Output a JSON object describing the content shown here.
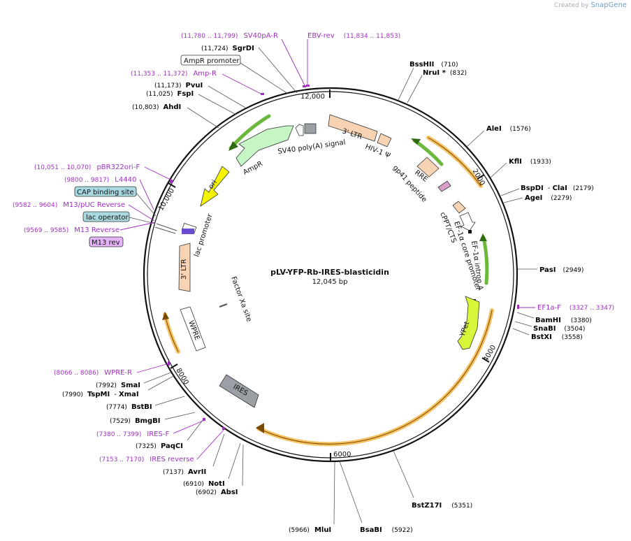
{
  "credit": {
    "prefix": "Created by",
    "brand": "SnapGene"
  },
  "plasmid": {
    "name": "pLV-YFP-Rb-IRES-blasticidin",
    "size": "12,045 bp"
  },
  "ring_ticks": [
    "2000",
    "4000",
    "6000",
    "8000",
    "10,000",
    "12,000"
  ],
  "sites": [
    {
      "id": "bsshii",
      "name": "BssHII",
      "pos": "(710)"
    },
    {
      "id": "nrui",
      "name": "NruI *",
      "pos": "(832)"
    },
    {
      "id": "alei",
      "name": "AleI",
      "pos": "(1576)"
    },
    {
      "id": "kfli",
      "name": "KflI",
      "pos": "(1933)"
    },
    {
      "id": "bspdi",
      "name": "BspDI",
      "name2": "ClaI",
      "pos": "(2179)"
    },
    {
      "id": "agei",
      "name": "AgeI",
      "pos": "(2279)"
    },
    {
      "id": "pasi",
      "name": "PasI",
      "pos": "(2949)"
    },
    {
      "id": "bamhi",
      "name": "BamHI",
      "pos": "(3380)"
    },
    {
      "id": "snabi",
      "name": "SnaBI",
      "pos": "(3504)"
    },
    {
      "id": "bstxi",
      "name": "BstXI",
      "pos": "(3558)"
    },
    {
      "id": "bstz17i",
      "name": "BstZ17I",
      "pos": "(5351)"
    },
    {
      "id": "bsabi",
      "name": "BsaBI",
      "pos": "(5922)"
    },
    {
      "id": "mlui",
      "name": "MluI",
      "pos": "(5966)"
    },
    {
      "id": "absi",
      "name": "AbsI",
      "pos": "(6902)"
    },
    {
      "id": "noti",
      "name": "NotI",
      "pos": "(6910)"
    },
    {
      "id": "avrii",
      "name": "AvrII",
      "pos": "(7137)"
    },
    {
      "id": "paqci",
      "name": "PaqCI",
      "pos": "(7325)"
    },
    {
      "id": "bmgbi",
      "name": "BmgBI",
      "pos": "(7529)"
    },
    {
      "id": "bstbi",
      "name": "BstBI",
      "pos": "(7774)"
    },
    {
      "id": "tspmi",
      "name": "TspMI",
      "name2": "XmaI",
      "pos": "(7990)"
    },
    {
      "id": "smai",
      "name": "SmaI",
      "pos": "(7992)"
    },
    {
      "id": "ahdi",
      "name": "AhdI",
      "pos": "(10,803)"
    },
    {
      "id": "fspi",
      "name": "FspI",
      "pos": "(11,025)"
    },
    {
      "id": "pvui",
      "name": "PvuI",
      "pos": "(11,173)"
    },
    {
      "id": "sgrdi",
      "name": "SgrDI",
      "pos": "(11,724)"
    }
  ],
  "primers": [
    {
      "id": "sv40pa-r",
      "name": "SV40pA-R",
      "range": "(11,780 .. 11,799)"
    },
    {
      "id": "ebv-rev",
      "name": "EBV-rev",
      "range": "(11,834 .. 11,853)"
    },
    {
      "id": "amp-r",
      "name": "Amp-R",
      "range": "(11,353 .. 11,372)"
    },
    {
      "id": "pbr322ori-f",
      "name": "pBR322ori-F",
      "range": "(10,051 .. 10,070)"
    },
    {
      "id": "l4440",
      "name": "L4440",
      "range": "(9800 .. 9817)"
    },
    {
      "id": "m13puc-reverse",
      "name": "M13/pUC Reverse",
      "range": "(9582 .. 9604)"
    },
    {
      "id": "m13-reverse",
      "name": "M13 Reverse",
      "range": "(9569 .. 9585)"
    },
    {
      "id": "ef1a-f",
      "name": "EF1a-F",
      "range": "(3327 .. 3347)"
    },
    {
      "id": "wpre-r",
      "name": "WPRE-R",
      "range": "(8066 .. 8086)"
    },
    {
      "id": "ires-f",
      "name": "IRES-F",
      "range": "(7380 .. 7399)"
    },
    {
      "id": "ires-reverse",
      "name": "IRES reverse",
      "range": "(7153 .. 7170)"
    }
  ],
  "boxed_labels": {
    "ampr_promoter": "AmpR promoter",
    "cap_binding_site": "CAP binding site",
    "lac_operator": "lac operator",
    "m13_rev": "M13 rev"
  },
  "features": {
    "ltr3_top": "3' LTR",
    "hiv_psi": "HIV-1 Ψ",
    "rre": "RRE",
    "gp41": "gp41 peptide",
    "cppt": "cPPT/CTS",
    "ef1a_core": "EF-1α core promoter",
    "ef1a_intron": "EF-1α intron A",
    "ypet": "YPet",
    "ires": "IRES",
    "wpre": "WPRE",
    "ltr3_left": "3' LTR",
    "lac_promoter": "lac promoter",
    "ori": "ori",
    "ampr": "AmpR",
    "sv40_polya": "SV40 poly(A) signal",
    "factor_xa": "Factor Xa site"
  },
  "colors": {
    "primer": "#a030c0",
    "orf_fill": "#f5b74a",
    "orf_stroke": "#c88a20",
    "green_arrow": "#5aa832",
    "ltr": "#f7d3b3",
    "ampr": "#c6f5c6",
    "ori": "#f5f500",
    "ypet": "#d8f53a",
    "ires": "#9aa0a6",
    "cap_fill": "#a8d8e0",
    "m13rev_fill": "#e3b3f5"
  }
}
